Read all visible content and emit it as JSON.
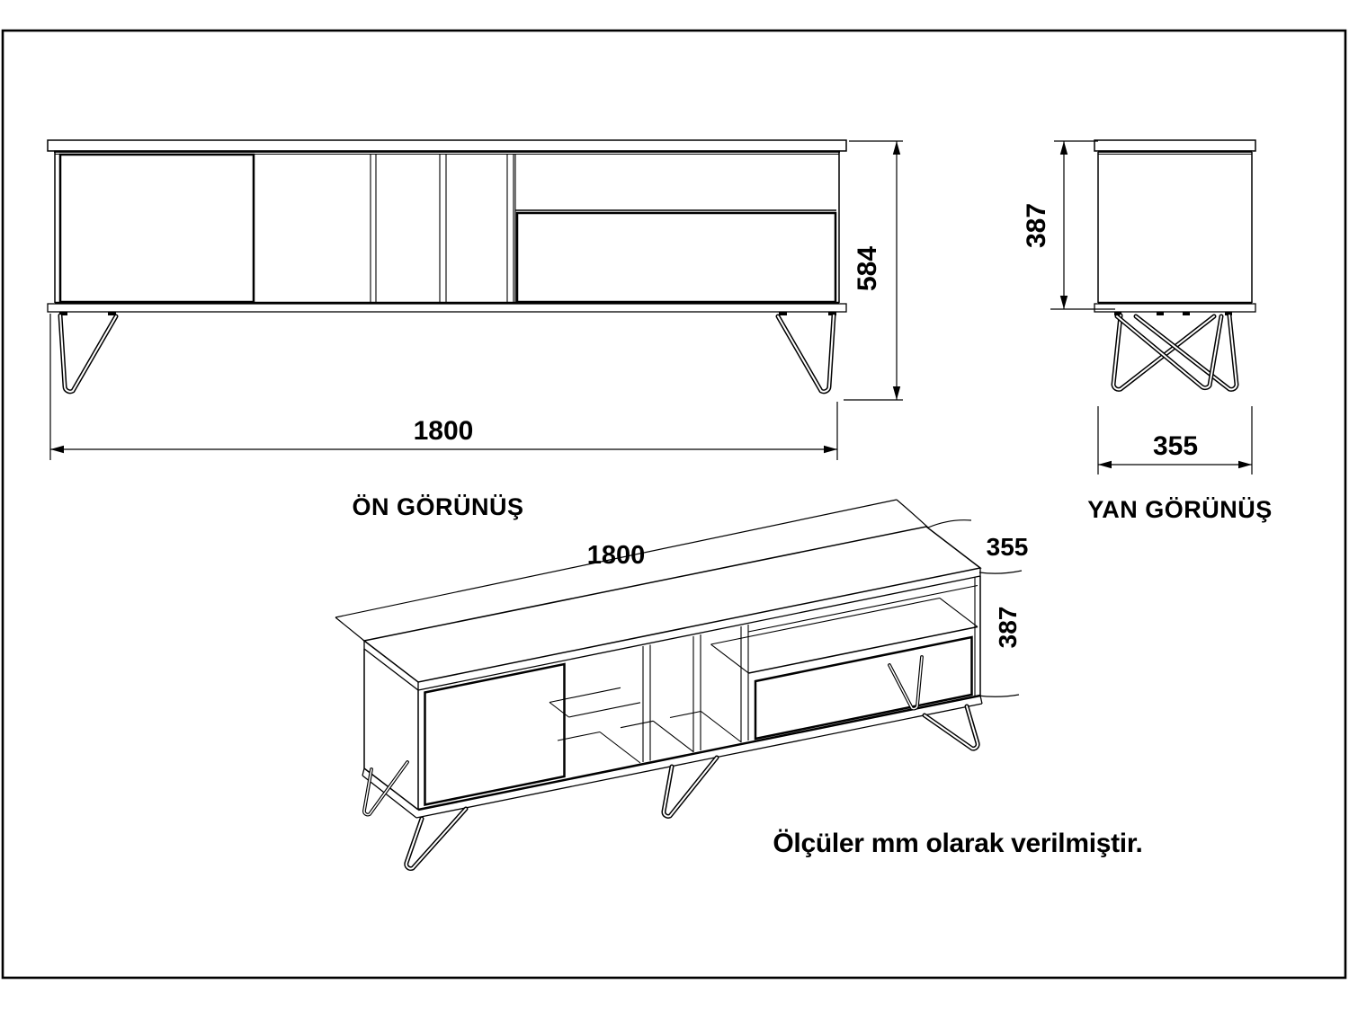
{
  "note": "Ölçüler mm olarak verilmiştir.",
  "colors": {
    "line": "#000000",
    "background": "#ffffff"
  },
  "views": {
    "front": {
      "label": "ÖN GÖRÜNÜŞ",
      "width": "1800",
      "total_height": "584"
    },
    "side": {
      "label": "YAN GÖRÜNÜŞ",
      "depth": "355",
      "body_height": "387"
    },
    "perspective": {
      "width": "1800",
      "depth": "355",
      "body_height": "387"
    }
  }
}
